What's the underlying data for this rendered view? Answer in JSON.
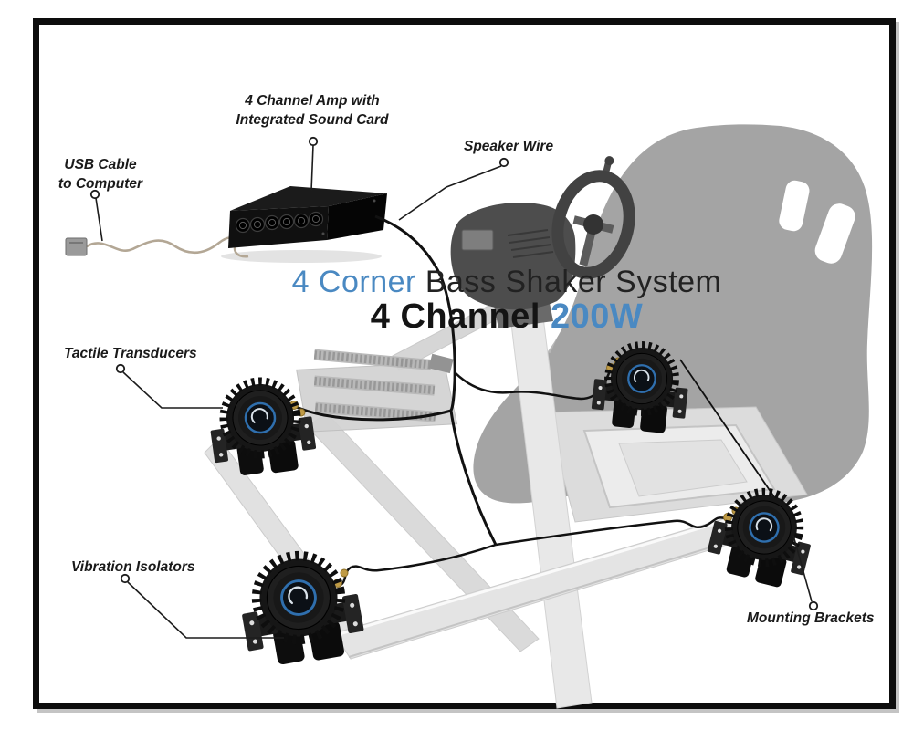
{
  "title": {
    "line1": {
      "accent": "4 Corner",
      "rest": " Bass Shaker System"
    },
    "line2": {
      "bold": "4 Channel",
      "accent": " 200W"
    },
    "accent_color": "#4a89c2"
  },
  "callouts": {
    "amp": {
      "line1": "4 Channel Amp with",
      "line2": "Integrated Sound Card"
    },
    "speaker_wire": "Speaker Wire",
    "usb": {
      "line1": "USB Cable",
      "line2": "to Computer"
    },
    "tactile_transducers": "Tactile Transducers",
    "vibration_isolators": "Vibration Isolators",
    "mounting_brackets": "Mounting Brackets"
  },
  "colors": {
    "frame_border": "#0d0d0d",
    "label_text": "#1a1a1a",
    "wire": "#111111",
    "usb_cable": "#b3a795",
    "brass_terminal": "#bf9a45",
    "shaker_logo_ring": "#2f6fae",
    "faded_rig_gray": "#a4a4a4"
  }
}
